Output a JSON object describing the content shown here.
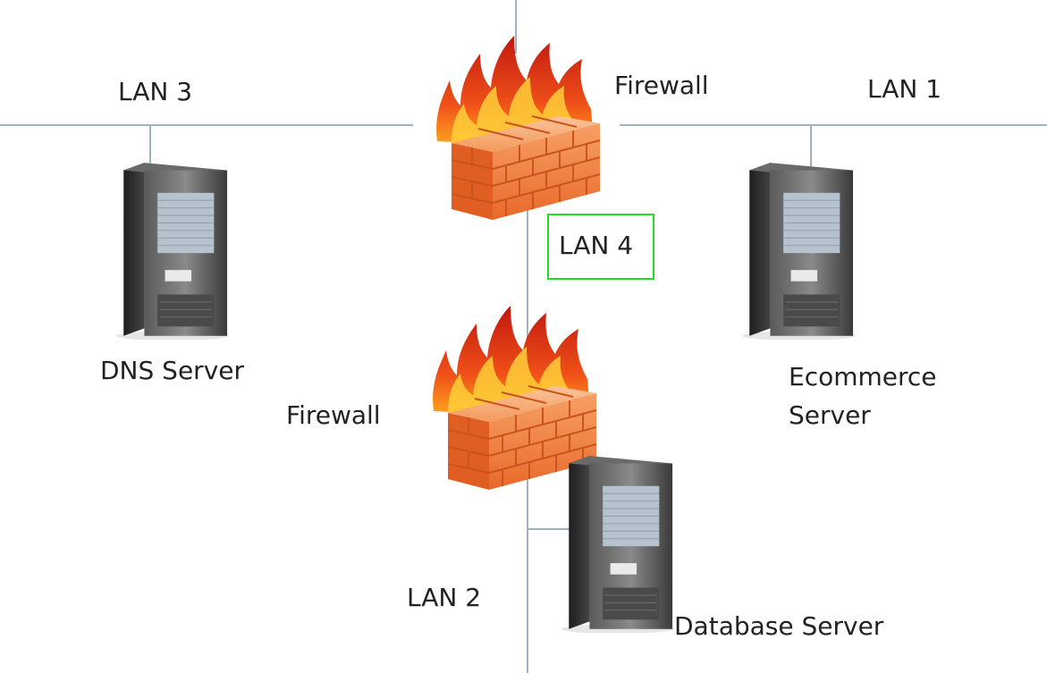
{
  "labels": {
    "lan3": "LAN 3",
    "lan1": "LAN 1",
    "lan2": "LAN 2",
    "lan4": "LAN 4",
    "firewall_top": "Firewall",
    "firewall_bottom": "Firewall",
    "dns_server": "DNS Server",
    "ecommerce_line1": "Ecommerce",
    "ecommerce_line2": "Server",
    "database_server": "Database Server"
  },
  "colors": {
    "network_line": "#9fb3c3",
    "brick": "#f07a3a",
    "flame": "#e23a1a",
    "highlight_box": "#22dd22"
  },
  "icons": [
    "firewall-icon",
    "firewall-icon",
    "server-icon",
    "server-icon",
    "server-icon"
  ]
}
